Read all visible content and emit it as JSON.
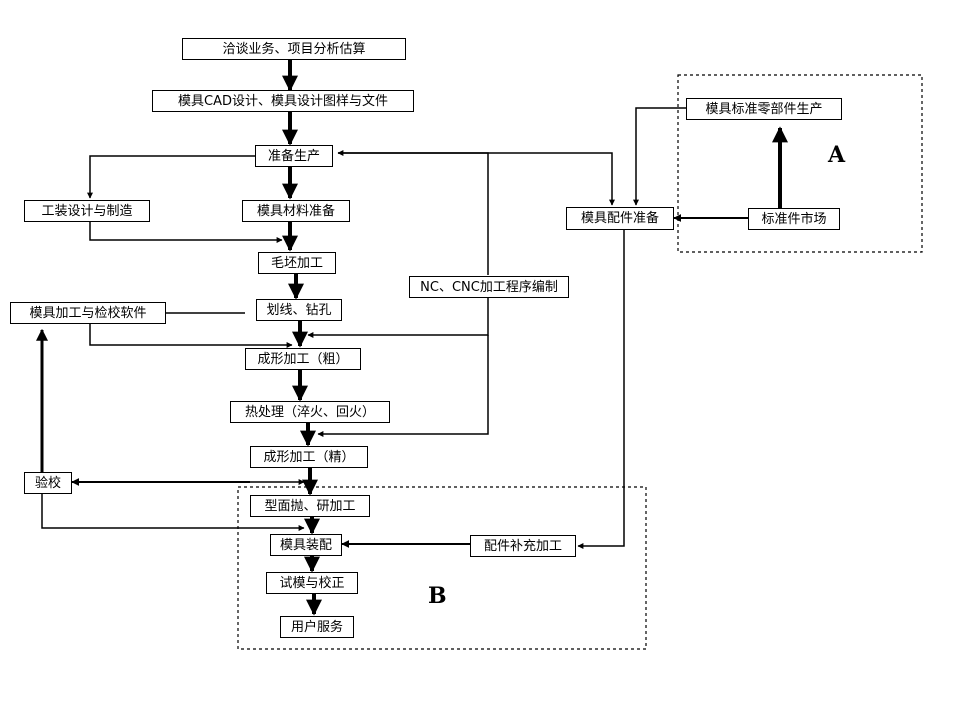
{
  "nodes": {
    "negotiate": "洽谈业务、项目分析估算",
    "cad_design": "模具CAD设计、模具设计图样与文件",
    "prep_production": "准备生产",
    "fixture_design": "工装设计与制造",
    "material_prep": "模具材料准备",
    "blank_machining": "毛坯加工",
    "inspection_software": "模具加工与检校软件",
    "scribe_drill": "划线、钻孔",
    "nc_programming": "NC、CNC加工程序编制",
    "rough_forming": "成形加工（粗）",
    "heat_treatment": "热处理（淬火、回火）",
    "finish_forming": "成形加工（精）",
    "verify": "验校",
    "polish_grind": "型面抛、研加工",
    "mold_assembly": "模具装配",
    "trial_correction": "试模与校正",
    "user_service": "用户服务",
    "part_supplement": "配件补充加工",
    "parts_prep": "模具配件准备",
    "standard_parts_production": "模具标准零部件生产",
    "standard_market": "标准件市场"
  },
  "regions": {
    "a_label": "A",
    "b_label": "B"
  }
}
